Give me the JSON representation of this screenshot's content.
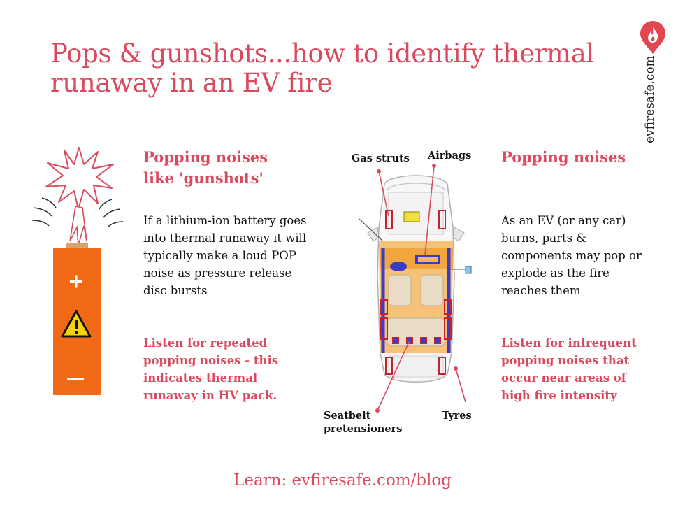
{
  "header": {
    "title_line1": "Pops & gunshots...how to identify thermal",
    "title_line2": "runaway in an EV fire"
  },
  "brand": {
    "site": "evfiresafe.com",
    "logo_icon": "flame-pin-icon",
    "accent_color": "#d94a5e"
  },
  "left": {
    "heading_line1": "Popping noises",
    "heading_line2": "like 'gunshots'",
    "body": "If a lithium-ion battery goes into thermal runaway it will typically make a loud POP noise as pressure release disc bursts",
    "accent": "Listen for repeated popping noises - this indicates thermal runaway in HV pack."
  },
  "battery": {
    "plus": "+",
    "minus": "—",
    "warning": "!",
    "color": "#f26a16",
    "icon": "battery-explosion-icon"
  },
  "car": {
    "labels": {
      "gas_struts": "Gas struts",
      "airbags": "Airbags",
      "seatbelt_line1": "Seatbelt",
      "seatbelt_line2": "pretensioners",
      "tyres": "Tyres"
    }
  },
  "right": {
    "heading": "Popping noises",
    "body": "As an EV (or any car) burns, parts & components may pop or explode as the fire reaches them",
    "accent": "Listen for infrequent popping noises that occur near areas of high fire intensity"
  },
  "footer": {
    "text": "Learn: evfiresafe.com/blog"
  }
}
